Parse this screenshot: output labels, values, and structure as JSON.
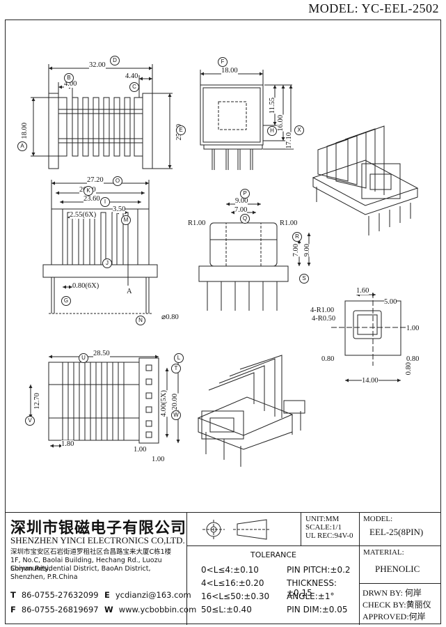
{
  "model_header": "MODEL: YC-EEL-2502",
  "dims": {
    "top_view": [
      "32.00",
      "4.00",
      "4.40",
      "18.00",
      "25.00"
    ],
    "side_view": [
      "18.00",
      "11.55",
      "16.00",
      "17.10"
    ],
    "front_view": [
      "27.20",
      "26.00",
      "23.60",
      "2.55(6X)",
      "3.50",
      "0.80(6X)",
      "A",
      "⌀0.80"
    ],
    "end_view": [
      "9.00",
      "7.00",
      "R1.00",
      "R1.00",
      "7.00",
      "9.00"
    ],
    "detail_a": [
      "1.60",
      "5.00",
      "4-R1.00",
      "4-R0.50",
      "1.00",
      "0.80",
      "0.80",
      "14.00",
      "0.80"
    ],
    "bottom_view": [
      "28.50",
      "12.70",
      "4.00(5X)",
      "20.00",
      "1.80",
      "1.00",
      "1.00"
    ]
  },
  "callouts": [
    "A",
    "B",
    "C",
    "D",
    "E",
    "F",
    "G",
    "H",
    "I",
    "J",
    "K",
    "L",
    "M",
    "N",
    "O",
    "P",
    "Q",
    "R",
    "S",
    "T",
    "U",
    "V",
    "W",
    "X"
  ],
  "company": {
    "name_cn": "深圳市银磁电子有限公司",
    "name_en": "SHENZHEN YINCI ELECTRONICS CO,LTD.",
    "addr_cn": "深圳市宝安区石岩街道罗租社区合昌路宝来大厦C栋1楼",
    "addr_en1": "1F, No.C, Baolai Building, Hechang Rd., Luozu Community,",
    "addr_en2": "Shiyan Residential District, BaoAn District,",
    "addr_en3": "Shenzhen, P.R.China",
    "tel_label": "T",
    "tel": "86-0755-27632099",
    "fax_label": "F",
    "fax": "86-0755-26819697",
    "email_label": "E",
    "email": "ycdianzi@163.com",
    "web_label": "W",
    "web": "www.ycbobbin.com"
  },
  "units": {
    "unit": "UNIT:MM",
    "scale": "SCALE:1/1",
    "ul": "UL REC:94V-0"
  },
  "tolerance": {
    "title": "TOLERANCE",
    "rows": [
      "0<L≤4:±0.10",
      "4<L≤16:±0.20",
      "16<L≤50:±0.30",
      "50≤L:±0.40"
    ],
    "right": [
      "PIN PITCH:±0.2",
      "THICKNESS:±0.15",
      "ANGLE:±1°",
      "PIN DIM:±0.05"
    ]
  },
  "model": {
    "label": "MODEL:",
    "value": "EEL-25(8PIN)"
  },
  "material": {
    "label": "MATERIAL:",
    "value": "PHENOLIC"
  },
  "sign": {
    "drawn": "DRWN BY: 何岸",
    "check": "CHECK BY:黄丽仪",
    "approved": "APPROVED:何岸"
  }
}
